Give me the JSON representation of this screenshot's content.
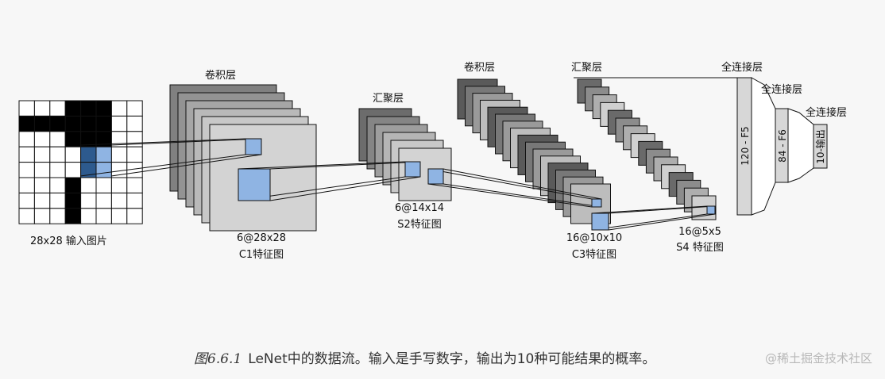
{
  "labels": {
    "input": "28x28 输入图片",
    "conv1_title": "卷积层",
    "c1_dims": "6@28x28",
    "c1_name": "C1特征图",
    "pool1_title": "汇聚层",
    "s2_dims": "6@14x14",
    "s2_name": "S2特征图",
    "conv2_title": "卷积层",
    "c3_dims": "16@10x10",
    "c3_name": "C3特征图",
    "pool2_title": "汇聚层",
    "s4_dims": "16@5x5",
    "s4_name": "S4 特征图",
    "fc1_title": "全连接层",
    "fc2_title": "全连接层",
    "fc3_title": "全连接层",
    "f5": "120 - F5",
    "f6": "84 - F6",
    "out": "10-输出"
  },
  "caption": {
    "number": "图6.6.1",
    "text": "LeNet中的数据流。输入是手写数字，输出为10种可能结果的概率。"
  },
  "watermark": "@稀土掘金技术社区",
  "colors": {
    "highlight": "#8fb4e3",
    "dark_highlight": "#2d5a8e",
    "feature_map_light": "#d3d3d3",
    "feature_map_dark": "#5a5a5a"
  }
}
